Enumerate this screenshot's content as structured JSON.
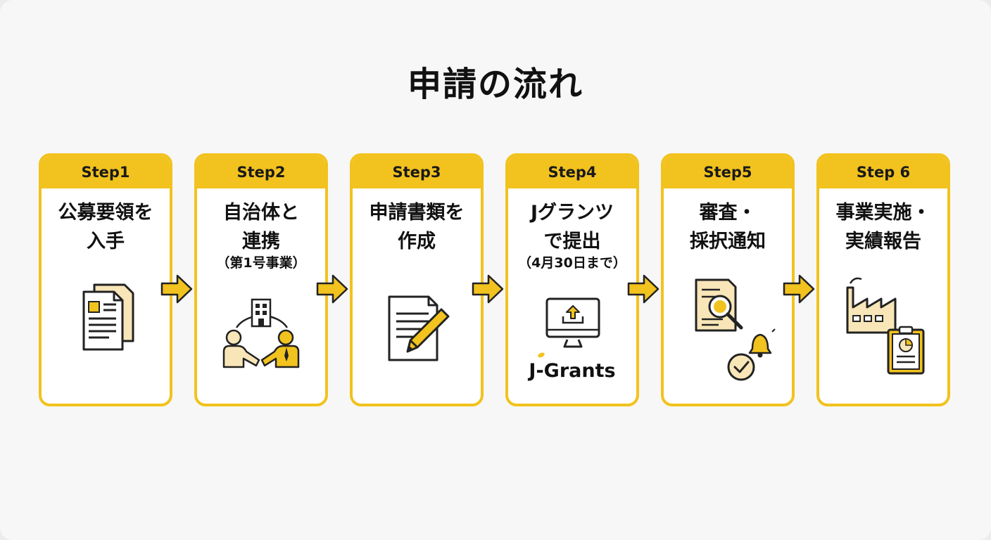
{
  "title": "申請の流れ",
  "colors": {
    "accent": "#f2c21e",
    "icon_fill": "#f8e6b8",
    "stroke": "#222222"
  },
  "steps": [
    {
      "label": "Step1",
      "title": "公募要領を\n入手",
      "subtitle": "",
      "icon": "documents-icon"
    },
    {
      "label": "Step2",
      "title": "自治体と\n連携",
      "subtitle": "（第1号事業）",
      "icon": "handshake-building-icon"
    },
    {
      "label": "Step3",
      "title": "申請書類を\n作成",
      "subtitle": "",
      "icon": "document-pencil-icon"
    },
    {
      "label": "Step4",
      "title": "Jグランツ\nで提出",
      "subtitle": "（4月30日まで）",
      "icon": "monitor-upload-icon",
      "logo_text": "J-Grants"
    },
    {
      "label": "Step5",
      "title": "審査・\n採択通知",
      "subtitle": "",
      "icon": "review-notification-icon"
    },
    {
      "label": "Step 6",
      "title": "事業実施・\n実績報告",
      "subtitle": "",
      "icon": "factory-report-icon"
    }
  ]
}
